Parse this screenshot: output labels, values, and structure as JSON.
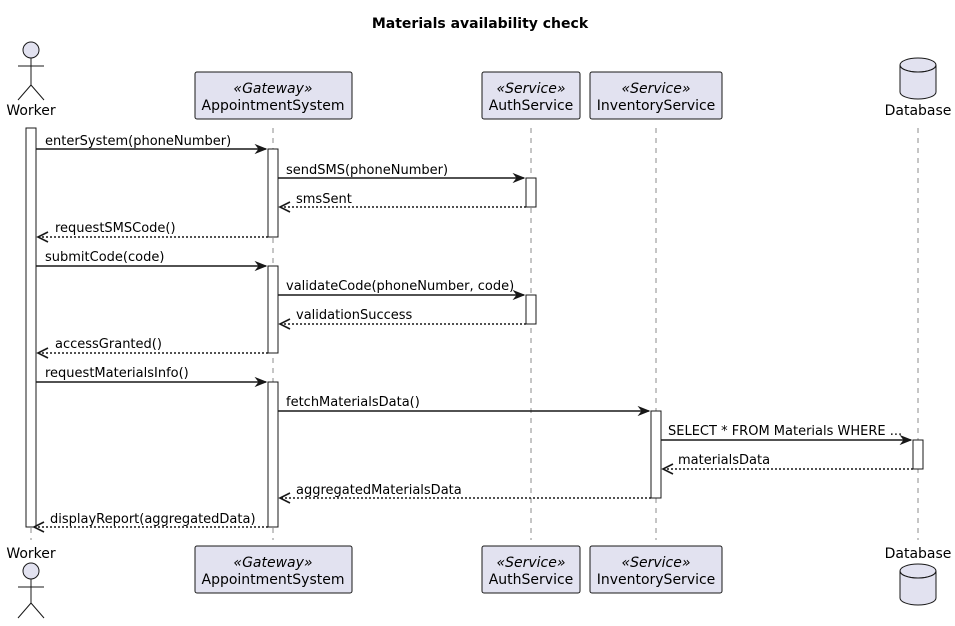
{
  "title": "Materials availability check",
  "colors": {
    "participant_fill": "#E2E2F0",
    "line": "#181818",
    "activation_fill": "#ffffff",
    "background": "#ffffff"
  },
  "participants": [
    {
      "id": "worker",
      "label": "Worker",
      "kind": "actor",
      "stereotype": ""
    },
    {
      "id": "appointment",
      "label": "AppointmentSystem",
      "kind": "participant",
      "stereotype": "«Gateway»"
    },
    {
      "id": "auth",
      "label": "AuthService",
      "kind": "participant",
      "stereotype": "«Service»"
    },
    {
      "id": "inventory",
      "label": "InventoryService",
      "kind": "participant",
      "stereotype": "«Service»"
    },
    {
      "id": "database",
      "label": "Database",
      "kind": "database",
      "stereotype": ""
    }
  ],
  "messages": [
    {
      "from": "worker",
      "to": "appointment",
      "text": "enterSystem(phoneNumber)",
      "kind": "call"
    },
    {
      "from": "appointment",
      "to": "auth",
      "text": "sendSMS(phoneNumber)",
      "kind": "call"
    },
    {
      "from": "auth",
      "to": "appointment",
      "text": "smsSent",
      "kind": "reply"
    },
    {
      "from": "appointment",
      "to": "worker",
      "text": "requestSMSCode()",
      "kind": "reply"
    },
    {
      "from": "worker",
      "to": "appointment",
      "text": "submitCode(code)",
      "kind": "call"
    },
    {
      "from": "appointment",
      "to": "auth",
      "text": "validateCode(phoneNumber, code)",
      "kind": "call"
    },
    {
      "from": "auth",
      "to": "appointment",
      "text": "validationSuccess",
      "kind": "reply"
    },
    {
      "from": "appointment",
      "to": "worker",
      "text": "accessGranted()",
      "kind": "reply"
    },
    {
      "from": "worker",
      "to": "appointment",
      "text": "requestMaterialsInfo()",
      "kind": "call"
    },
    {
      "from": "appointment",
      "to": "inventory",
      "text": "fetchMaterialsData()",
      "kind": "call"
    },
    {
      "from": "inventory",
      "to": "database",
      "text": "SELECT * FROM Materials WHERE ...",
      "kind": "call"
    },
    {
      "from": "database",
      "to": "inventory",
      "text": "materialsData",
      "kind": "reply"
    },
    {
      "from": "inventory",
      "to": "appointment",
      "text": "aggregatedMaterialsData",
      "kind": "reply"
    },
    {
      "from": "appointment",
      "to": "worker",
      "text": "displayReport(aggregatedData)",
      "kind": "reply"
    }
  ]
}
